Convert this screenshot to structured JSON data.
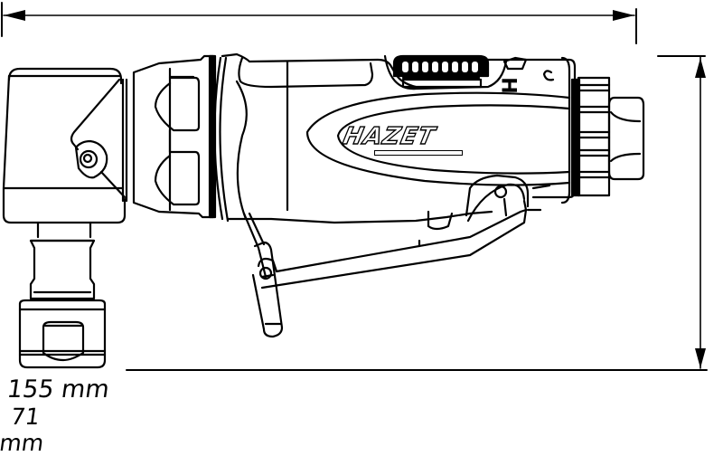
{
  "drawing": {
    "subject": "Angle die grinder (pneumatic)",
    "brand_logo": "HAZET",
    "side_marking": "H",
    "line_color": "#000000",
    "background_color": "#ffffff"
  },
  "dimensions": {
    "width": {
      "value": "155",
      "unit": "mm",
      "label": "155 mm"
    },
    "height": {
      "value": "71",
      "unit": "mm",
      "label_value": "71",
      "label_unit": "mm"
    }
  }
}
